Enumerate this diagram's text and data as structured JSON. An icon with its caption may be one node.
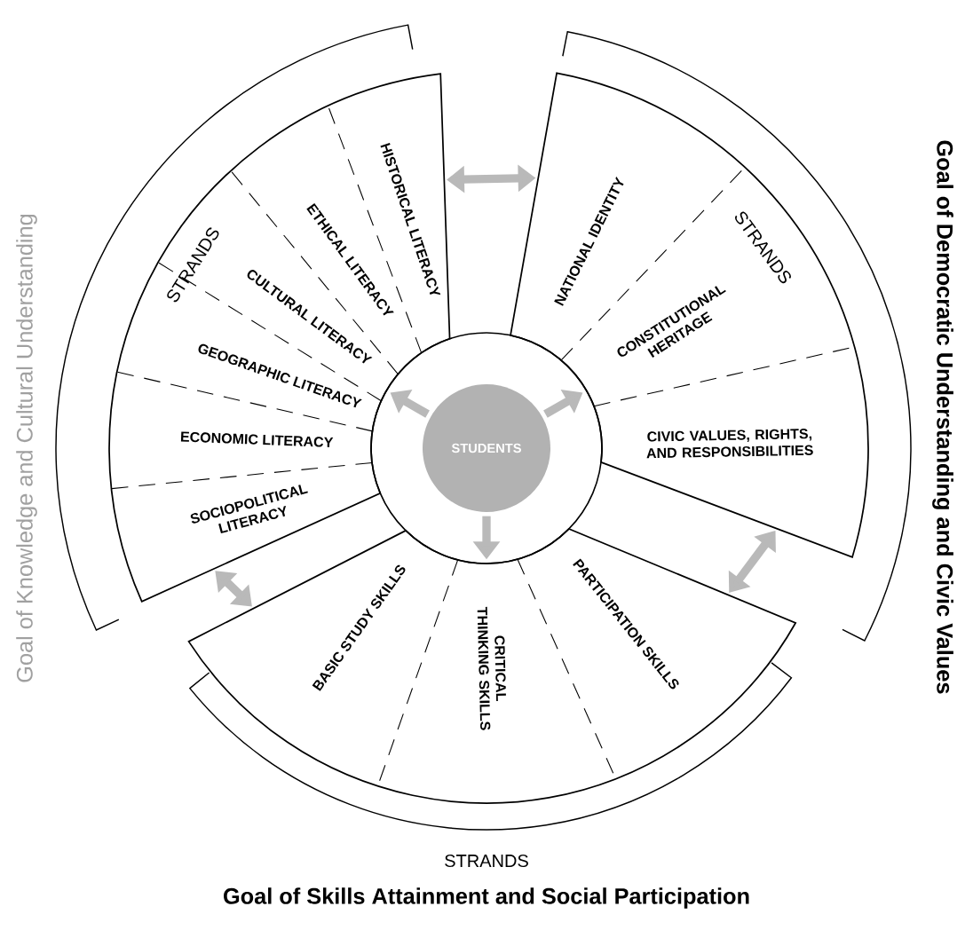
{
  "diagram": {
    "nodes": [
      {
        "text": [
          "Goal of Knowledge and Cultural Understanding"
        ]
      },
      {
        "text": [
          "STRANDS"
        ]
      },
      {
        "text": [
          "HISTORICAL LITERACY"
        ],
        "in": 1
      },
      {
        "text": [
          "ETHICAL LITERACY"
        ],
        "in": 1
      },
      {
        "text": [
          "CULTURAL LITERACY"
        ],
        "in": 1
      },
      {
        "text": [
          "GEOGRAPHIC LITERACY"
        ],
        "in": 1
      },
      {
        "text": [
          "ECONOMIC LITERACY"
        ],
        "in": 1
      },
      {
        "text": [
          "SOCIOPOLITICAL LITERACY"
        ],
        "in": 1
      },
      {
        "text": [
          "Goal of Democratic Understanding and Civic Values"
        ]
      },
      {
        "text": [
          "STRANDS"
        ]
      },
      {
        "text": [
          "NATIONAL IDENTITY"
        ],
        "in": 9
      },
      {
        "text": [
          "CONSTITUTIONAL HERITAGE"
        ],
        "in": 9
      },
      {
        "text": [
          "CIVIC VALUES, RIGHTS, AND RESPONSIBILITIES"
        ],
        "in": 9
      },
      {
        "text": [
          "STUDENTS"
        ]
      },
      {
        "text": [
          "STRANDS"
        ]
      },
      {
        "text": [
          "BASIC STUDY SKILLS"
        ],
        "in": 14
      },
      {
        "text": [
          "CRITICAL THINKING SKILLS"
        ],
        "in": 14
      },
      {
        "text": [
          "PARTICIPATION SKILLS"
        ],
        "in": 14
      },
      {
        "text": [
          "Goal of Skills Attainment and Social Participation"
        ]
      }
    ],
    "edges": [
      {
        "from": 1,
        "to": 9,
        "arrow": "both"
      },
      {
        "from": 1,
        "to": 14,
        "arrow": "both"
      },
      {
        "from": 9,
        "to": 14,
        "arrow": "both"
      },
      {
        "from": 13,
        "to": 1,
        "arrow": "to"
      },
      {
        "from": 13,
        "to": 9,
        "arrow": "to"
      },
      {
        "from": 13,
        "to": 14,
        "arrow": "to"
      }
    ]
  }
}
